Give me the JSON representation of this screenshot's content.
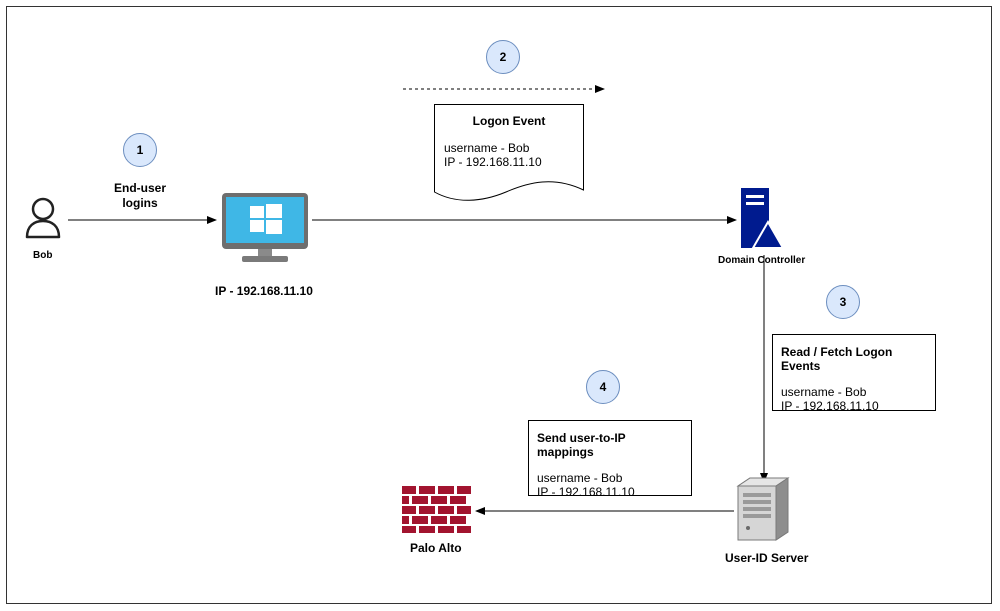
{
  "steps": [
    "1",
    "2",
    "3",
    "4"
  ],
  "nodes": {
    "bob": "Bob",
    "computer_ip": "IP - 192.168.11.10",
    "domain_controller": "Domain Controller",
    "userid_server": "User-ID Server",
    "palo_alto": "Palo Alto"
  },
  "edges": {
    "end_user_logins": [
      "End-user",
      "logins"
    ]
  },
  "notes": {
    "logon_event": {
      "title": "Logon Event",
      "username": "username - Bob",
      "ip": "IP - 192.168.11.10"
    },
    "read_fetch": {
      "title": "Read / Fetch Logon Events",
      "username": "username - Bob",
      "ip": "IP - 192.168.11.10"
    },
    "send_mappings": {
      "title": "Send user-to-IP mappings",
      "username": "username - Bob",
      "ip": "IP - 192.168.11.10"
    }
  },
  "colors": {
    "badge_fill": "#dae8fc",
    "badge_stroke": "#6c8ebf",
    "dc_blue": "#001b8f",
    "firewall_red": "#a2142f",
    "monitor_blue": "#3fb7e6"
  }
}
